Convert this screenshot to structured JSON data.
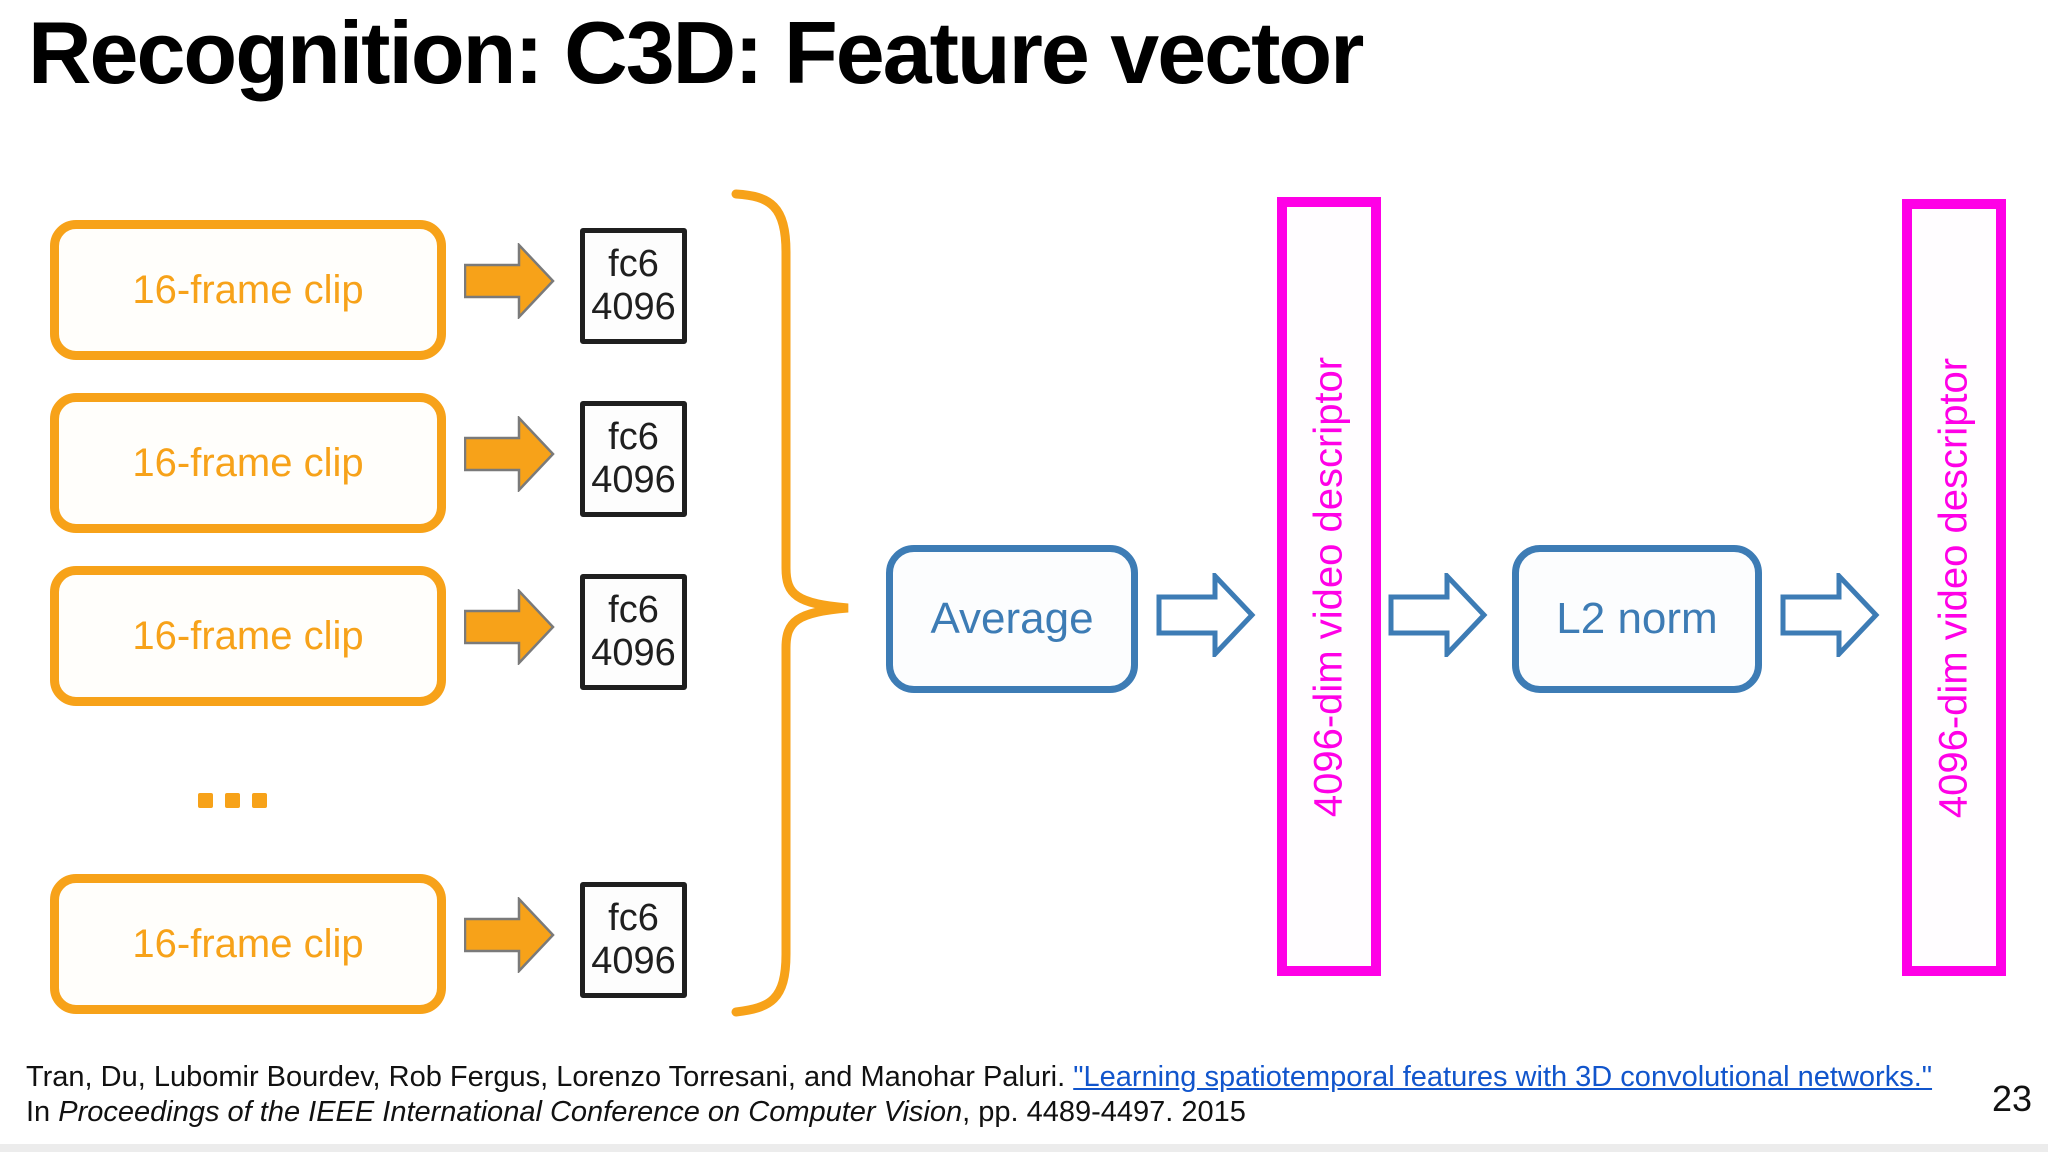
{
  "title": "Recognition: C3D: Feature vector",
  "page_number": "23",
  "diagram": {
    "rows": [
      {
        "clip": "16-frame clip",
        "fc": "fc6",
        "dim": "4096"
      },
      {
        "clip": "16-frame clip",
        "fc": "fc6",
        "dim": "4096"
      },
      {
        "clip": "16-frame clip",
        "fc": "fc6",
        "dim": "4096"
      },
      {
        "clip": "16-frame clip",
        "fc": "fc6",
        "dim": "4096"
      }
    ],
    "ellipsis": "...",
    "average": "Average",
    "l2_norm": "L2 norm",
    "descriptors": [
      "4096-dim video descriptor",
      "4096-dim video descriptor"
    ]
  },
  "citation": {
    "authors": "Tran, Du, Lubomir Bourdev, Rob Fergus, Lorenzo Torresani, and Manohar Paluri. ",
    "link_text": "\"Learning spatiotemporal features with 3D convolutional networks.\"",
    "venue_prefix": "In ",
    "venue_italic": "Proceedings of the IEEE International Conference on Computer Vision",
    "venue_suffix": ", pp. 4489-4497. 2015"
  },
  "colors": {
    "orange": "#F7A219",
    "blue": "#3D7CB5",
    "magenta": "#FF00E6",
    "link_blue": "#1155CC",
    "arrow_outline": "#7A7A7A"
  }
}
